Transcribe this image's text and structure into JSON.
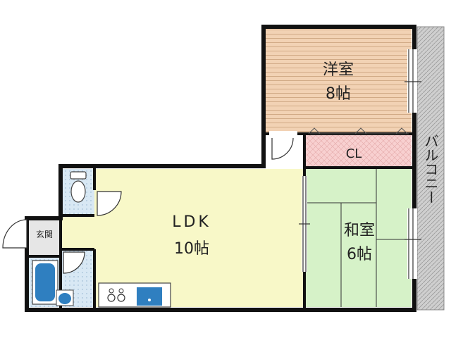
{
  "rooms": {
    "western": {
      "name": "洋室",
      "size": "8帖"
    },
    "closet": {
      "name": "CL"
    },
    "japanese": {
      "name": "和室",
      "size": "6帖"
    },
    "ldk": {
      "name": "LDK",
      "size": "10帖"
    },
    "entrance": {
      "name": "玄関"
    },
    "balcony": {
      "name": "バルコニー"
    }
  },
  "colors": {
    "western_floor": "#f2d2b4",
    "closet_floor": "#f8d0d0",
    "japanese_floor": "#d6f2c8",
    "ldk_floor": "#f8f8c8",
    "wet_area": "#d8e8f4",
    "balcony": "#c8c8c8",
    "wall": "#111111",
    "fixture_blue": "#2f7fc0"
  }
}
